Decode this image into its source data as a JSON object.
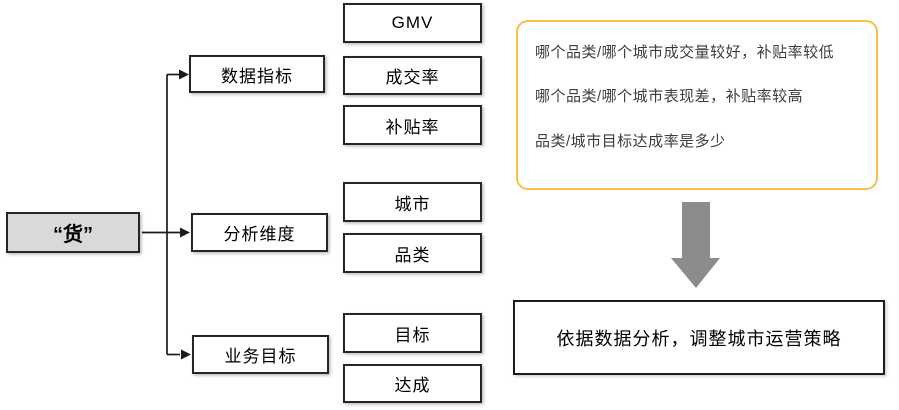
{
  "diagram": {
    "root": {
      "label": "“货”"
    },
    "branches": [
      {
        "label": "数据指标"
      },
      {
        "label": "分析维度"
      },
      {
        "label": "业务目标"
      }
    ],
    "leaves": [
      {
        "label": "GMV"
      },
      {
        "label": "成交率"
      },
      {
        "label": "补贴率"
      },
      {
        "label": "城市"
      },
      {
        "label": "品类"
      },
      {
        "label": "目标"
      },
      {
        "label": "达成"
      }
    ],
    "callout": {
      "lines": [
        "哪个品类/哪个城市成交量较好，补贴率较低",
        "哪个品类/哪个城市表现差，补贴率较高",
        "品类/城市目标达成率是多少"
      ]
    },
    "conclusion": {
      "label": "依据数据分析，调整城市运营策略"
    },
    "colors": {
      "callout_border": "#FBBD4A",
      "arrow_gray": "#8C8C8C",
      "root_fill": "#D9D9D9",
      "box_border": "#262626"
    }
  }
}
